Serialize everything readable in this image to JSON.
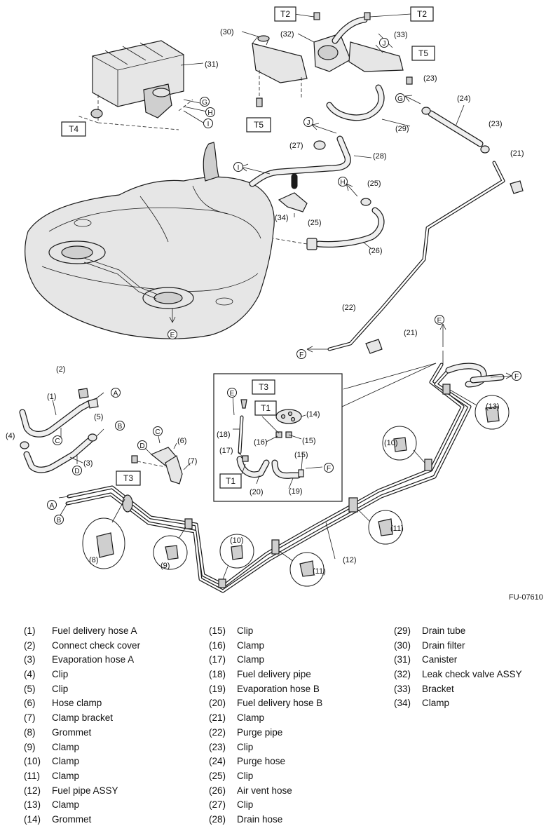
{
  "figure_code": "FU-07610",
  "torque_boxes": {
    "t2_left": "T2",
    "t2_right": "T2",
    "t5_upper": "T5",
    "t5_lower": "T5",
    "t4": "T4",
    "t3_main": "T3",
    "t3_inset": "T3",
    "t1_inset_upper": "T1",
    "t1_inset_lower": "T1"
  },
  "connection_letters": {
    "a_hose": "A",
    "b_hose": "B",
    "c_hose": "C",
    "d_hose": "D",
    "c_bracket": "C",
    "d_bracket": "D",
    "a_pipe": "A",
    "b_pipe": "B",
    "e_tank": "E",
    "e_pipe_end": "E",
    "e_inset": "E",
    "f_purge": "F",
    "f_pipe": "F",
    "f_inset": "F",
    "g_canister": "G",
    "g_purge": "G",
    "h_canister": "H",
    "h_vent": "H",
    "i_canister": "I",
    "i_drain": "I",
    "j_valve": "J",
    "j_drain": "J"
  },
  "legend": [
    {
      "num": "(1)",
      "name": "Fuel delivery hose A"
    },
    {
      "num": "(2)",
      "name": "Connect check cover"
    },
    {
      "num": "(3)",
      "name": "Evaporation hose A"
    },
    {
      "num": "(4)",
      "name": "Clip"
    },
    {
      "num": "(5)",
      "name": "Clip"
    },
    {
      "num": "(6)",
      "name": "Hose clamp"
    },
    {
      "num": "(7)",
      "name": "Clamp bracket"
    },
    {
      "num": "(8)",
      "name": "Grommet"
    },
    {
      "num": "(9)",
      "name": "Clamp"
    },
    {
      "num": "(10)",
      "name": "Clamp"
    },
    {
      "num": "(11)",
      "name": "Clamp"
    },
    {
      "num": "(12)",
      "name": "Fuel pipe ASSY"
    },
    {
      "num": "(13)",
      "name": "Clamp"
    },
    {
      "num": "(14)",
      "name": "Grommet"
    },
    {
      "num": "(15)",
      "name": "Clip"
    },
    {
      "num": "(16)",
      "name": "Clamp"
    },
    {
      "num": "(17)",
      "name": "Clamp"
    },
    {
      "num": "(18)",
      "name": "Fuel delivery pipe"
    },
    {
      "num": "(19)",
      "name": "Evaporation hose B"
    },
    {
      "num": "(20)",
      "name": "Fuel delivery hose B"
    },
    {
      "num": "(21)",
      "name": "Clamp"
    },
    {
      "num": "(22)",
      "name": "Purge pipe"
    },
    {
      "num": "(23)",
      "name": "Clip"
    },
    {
      "num": "(24)",
      "name": "Purge hose"
    },
    {
      "num": "(25)",
      "name": "Clip"
    },
    {
      "num": "(26)",
      "name": "Air vent hose"
    },
    {
      "num": "(27)",
      "name": "Clip"
    },
    {
      "num": "(28)",
      "name": "Drain hose"
    },
    {
      "num": "(29)",
      "name": "Drain tube"
    },
    {
      "num": "(30)",
      "name": "Drain filter"
    },
    {
      "num": "(31)",
      "name": "Canister"
    },
    {
      "num": "(32)",
      "name": "Leak check valve ASSY"
    },
    {
      "num": "(33)",
      "name": "Bracket"
    },
    {
      "num": "(34)",
      "name": "Clamp"
    }
  ]
}
